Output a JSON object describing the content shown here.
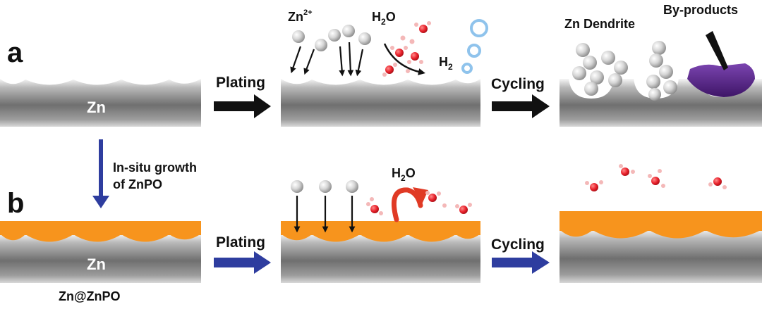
{
  "labels": {
    "panel_a": "a",
    "panel_b": "b",
    "zn_a": "Zn",
    "zn_b": "Zn",
    "zn_composite": "Zn@ZnPO",
    "plating_a": "Plating",
    "plating_b": "Plating",
    "cycling_a": "Cycling",
    "cycling_b": "Cycling",
    "growth_line1": "In-situ growth",
    "growth_line2": "of ZnPO",
    "zn_ion": "Zn",
    "zn_ion_charge": "2+",
    "water_a": "H",
    "water_a_sub": "2",
    "water_a_tail": "O",
    "hydrogen": "H",
    "hydrogen_sub": "2",
    "water_b": "H",
    "water_b_sub": "2",
    "water_b_tail": "O",
    "dendrite": "Zn Dendrite",
    "byproducts": "By-products"
  },
  "colors": {
    "zn_metal": "#8e8e8e",
    "znpo_layer": "#f7941d",
    "arrow_bare": "#111111",
    "arrow_coated": "#2e3d9f",
    "oxygen": "#e8202a",
    "hydrogen_atom": "#f4b8b8",
    "byproduct": "#5a2a8a",
    "h2_bubble": "#8fc3ec",
    "curved_arrow": "#e03a25"
  }
}
